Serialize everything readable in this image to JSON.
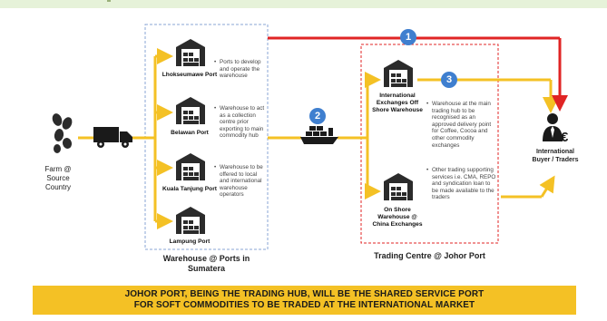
{
  "steps": [
    "1",
    "2",
    "3"
  ],
  "farm": {
    "label": "Farm @ Source Country"
  },
  "ports_group": {
    "caption": "Warehouse @ Ports in Sumatera",
    "ports": [
      {
        "name": "Lhokseumawe Port",
        "note": "Ports to develop and operate the warehouse"
      },
      {
        "name": "Belawan Port",
        "note": "Warehouse to act as a collection centre prior exporting to main commodity hub"
      },
      {
        "name": "Kuala Tanjung Port",
        "note": "Warehouse to be offered to local and international warehouse operators"
      },
      {
        "name": "Lampung Port",
        "note": ""
      }
    ]
  },
  "trading_centre": {
    "caption": "Trading Centre @ Johor Port",
    "offshore": {
      "name": "International Exchanges Off Shore Warehouse",
      "note": "Warehouse at the main trading hub to be recognised as an approved delivery point for Coffee, Cocoa and other commodity exchanges"
    },
    "onshore": {
      "name": "On Shore Warehouse @ China Exchanges",
      "note": "Other trading supporting services i.e. CMA, REPO and syndication loan to be made available to the traders"
    }
  },
  "buyer": {
    "label": "International Buyer / Traders"
  },
  "banner": {
    "line1": "JOHOR PORT, BEING THE TRADING HUB, WILL BE THE SHARED SERVICE PORT",
    "line2": "FOR SOFT COMMODITIES TO BE TRADED AT THE INTERNATIONAL MARKET"
  },
  "colors": {
    "flow": "#f4c125",
    "direct": "#e02424",
    "step": "#3f7fcf",
    "ports_border": "#8aa6d4",
    "centre_border": "#e02424",
    "icon": "#2b2b2b"
  }
}
